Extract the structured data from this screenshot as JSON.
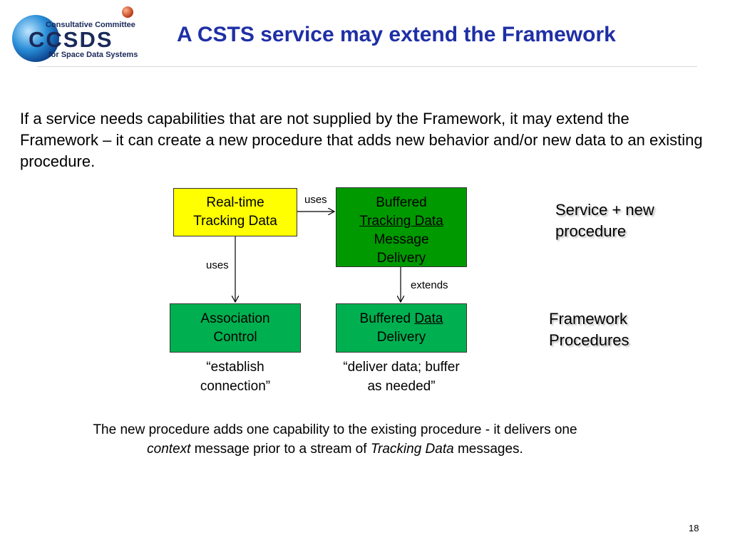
{
  "header": {
    "logo": {
      "line1": "Consultative Committee",
      "wordmark": "CCSDS",
      "line2": "for Space Data Systems"
    },
    "title": "A CSTS service may extend the Framework"
  },
  "intro": "If a service needs capabilities that are not supplied by the Framework, it may extend the Framework – it can create a new procedure that adds new behavior and/or new data to an existing procedure.",
  "diagram": {
    "realtime": {
      "line1": "Real-time",
      "line2": "Tracking Data"
    },
    "buffered_tracking": {
      "line1": "Buffered",
      "line2": "Tracking Data",
      "line3": "Message",
      "line4": "Delivery"
    },
    "association": {
      "line1": "Association",
      "line2": "Control"
    },
    "buffered_data": {
      "word1": "Buffered",
      "word2": "Data",
      "line2": "Delivery"
    },
    "edge_uses_top": "uses",
    "edge_uses_left": "uses",
    "edge_extends": "extends",
    "quote_left": {
      "line1": "“establish",
      "line2": "connection”"
    },
    "quote_right": {
      "line1": "“deliver data; buffer",
      "line2": "as needed”"
    }
  },
  "side_labels": {
    "service": {
      "line1": "Service + new",
      "line2": "procedure"
    },
    "framework": {
      "line1": "Framework",
      "line2": "Procedures"
    }
  },
  "bottom_text": {
    "part1": "The new procedure adds one capability to the existing procedure - it delivers one",
    "italic1": "context",
    "part2": " message prior to a stream of ",
    "italic2": "Tracking Data",
    "part3": " messages."
  },
  "page_number": "18",
  "colors": {
    "title": "#1f2fa6",
    "yellow_box": "#ffff00",
    "dark_green_box": "#009900",
    "light_green_box": "#00b050"
  }
}
